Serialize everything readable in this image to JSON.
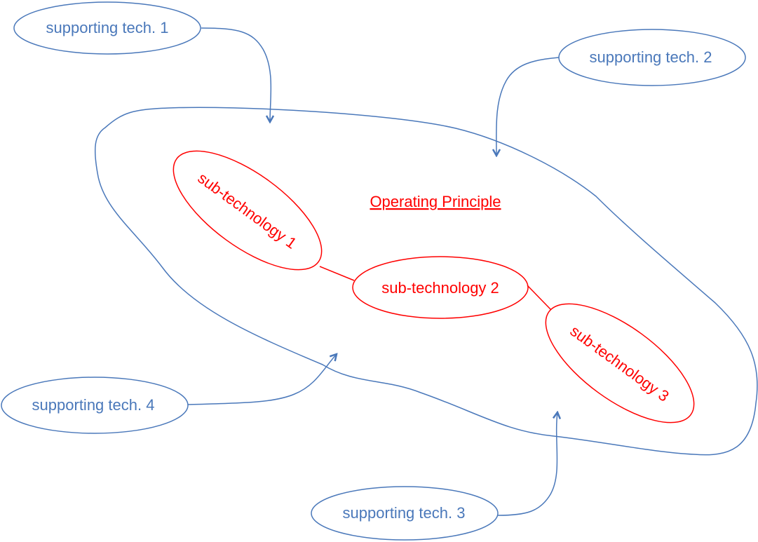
{
  "title": "Operating Principle",
  "sub_technologies": [
    "sub-technology 1",
    "sub-technology 2",
    "sub-technology 3"
  ],
  "supporting_techs": [
    "supporting tech. 1",
    "supporting tech. 2",
    "supporting tech. 3",
    "supporting tech. 4"
  ],
  "colors": {
    "blue": "#4a78ba",
    "red": "#ff0000"
  }
}
